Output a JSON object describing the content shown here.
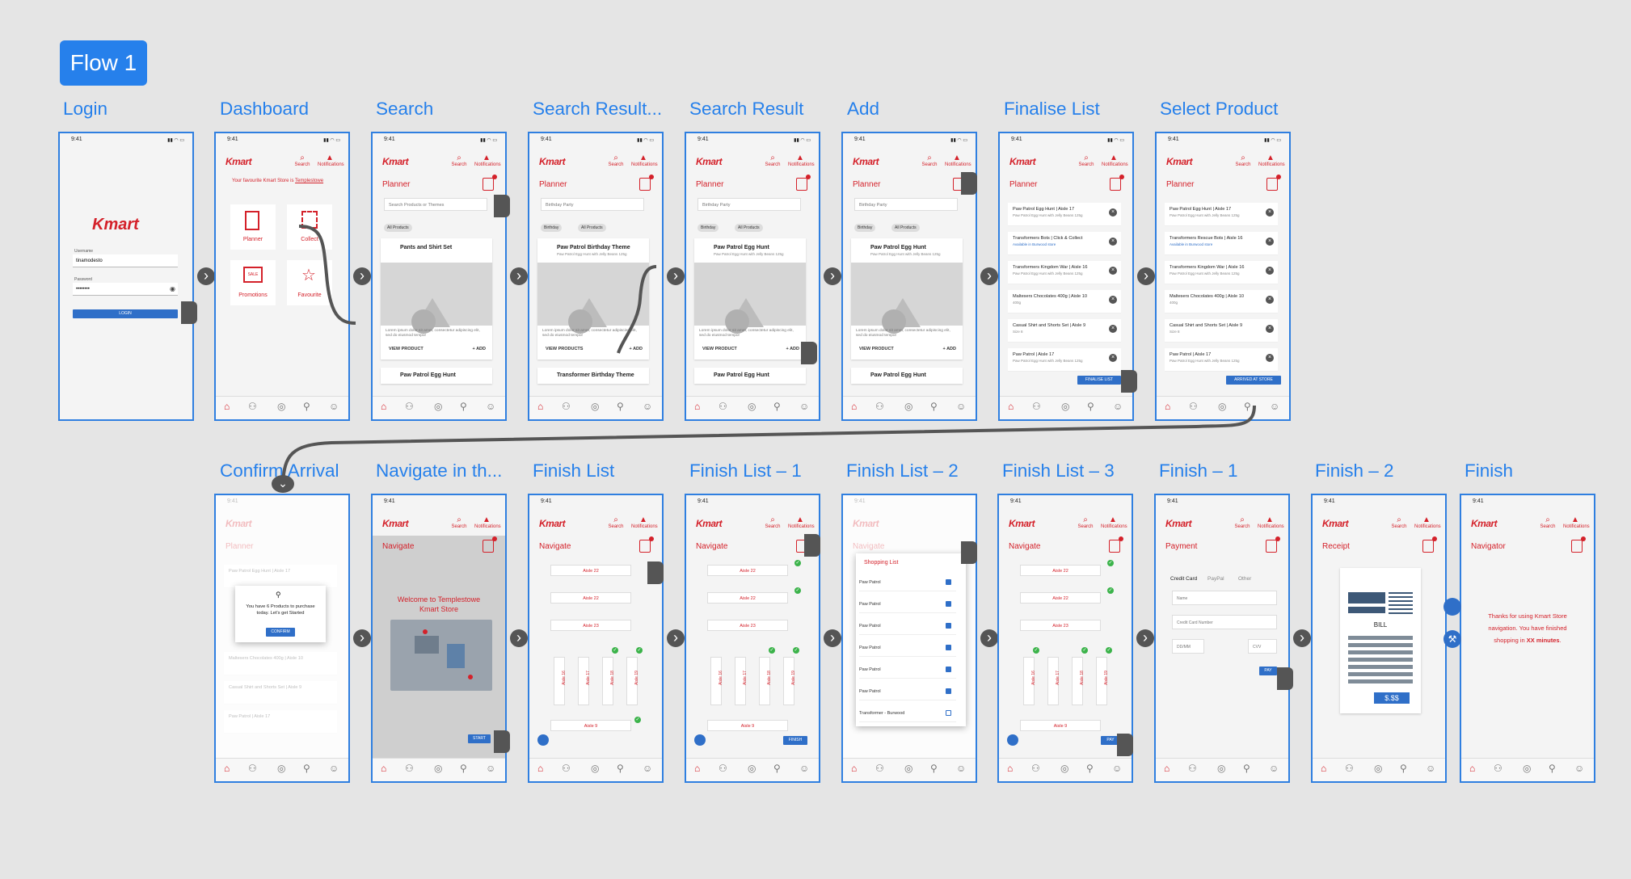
{
  "flow_label": "Flow 1",
  "status_time": "9:41",
  "logo_text": "Kmart",
  "header": {
    "search": "Search",
    "notifications": "Notifications"
  },
  "row1_titles": [
    "Login",
    "Dashboard",
    "Search",
    "Search Result...",
    "Search Result",
    "Add",
    "Finalise List",
    "Select Product"
  ],
  "row2_titles": [
    "Confirm Arrival",
    "Navigate in th...",
    "Finish List",
    "Finish List – 1",
    "Finish List – 2",
    "Finish List – 3",
    "Finish – 1",
    "Finish – 2",
    "Finish"
  ],
  "login": {
    "username_label": "Username",
    "username_value": "tinamodesto",
    "password_label": "Password",
    "password_value": "••••••••",
    "button": "LOGIN"
  },
  "dashboard": {
    "fav_store_prefix": "Your favourite Kmart Store is ",
    "fav_store": "Templestowe",
    "tiles": [
      "Planner",
      "Collect",
      "Promotions",
      "Favourite"
    ],
    "sale": "SALE"
  },
  "planner_title": "Planner",
  "search": {
    "placeholder": "Search Products or Themes",
    "chip_all": "All Products",
    "card1_title": "Pants and Shirt Set",
    "card2_title": "Paw Patrol Egg Hunt"
  },
  "search_result": {
    "query": "Birthday Party",
    "chip_query": "Birthday",
    "chip_all": "All Products",
    "card1_title": "Paw Patrol Birthday Theme",
    "card1_sub": "Paw Patrol Egg Hunt with Jelly Beans 125g",
    "card2_title": "Transformer Birthday Theme"
  },
  "result2": {
    "card1_title": "Paw Patrol Egg Hunt",
    "card1_sub": "Paw Patrol Egg Hunt with Jelly Beans 125g",
    "card2_title": "Paw Patrol Egg Hunt"
  },
  "lorem": "Lorem ipsum dolor sit amet, consectetur adipiscing elit, sed do eiusmod tempor",
  "view_products": "VIEW PRODUCTS",
  "view_product": "VIEW PRODUCT",
  "add": "ADD",
  "list_items": [
    {
      "title": "Paw Patrol Egg Hunt | Aisle 17",
      "sub": "Paw Patrol Egg Hunt with Jelly Beans 125g"
    },
    {
      "title": "Transformers Bots | Click & Collect",
      "sub": "Available in Burwood store"
    },
    {
      "title": "Transformers Kingdom War | Aisle 16",
      "sub": "Paw Patrol Egg Hunt with Jelly Beans 125g"
    },
    {
      "title": "Maltesers Chocolates 400g | Aisle 10",
      "sub": "400g"
    },
    {
      "title": "Casual Shirt and Shorts Set | Aisle 9",
      "sub": "Size 8"
    },
    {
      "title": "Paw Patrol | Aisle 17",
      "sub": "Paw Patrol Egg Hunt with Jelly Beans 125g"
    }
  ],
  "select_list_items": [
    {
      "title": "Paw Patrol Egg Hunt | Aisle 17",
      "sub": "Paw Patrol Egg Hunt with Jelly Beans 125g"
    },
    {
      "title": "Transformers Rescue Bots | Aisle 16",
      "sub": "Available in Burwood store"
    },
    {
      "title": "Transformers Kingdom War | Aisle 16",
      "sub": "Paw Patrol Egg Hunt with Jelly Beans 125g"
    },
    {
      "title": "Maltesers Chocolates 400g | Aisle 10",
      "sub": "400g"
    },
    {
      "title": "Casual Shirt and Shorts Set | Aisle 9",
      "sub": "Size 8"
    },
    {
      "title": "Paw Patrol | Aisle 17",
      "sub": "Paw Patrol Egg Hunt with Jelly Beans 125g"
    }
  ],
  "finalise_button": "FINALISE LIST",
  "arrived_button": "ARRIVED AT STORE",
  "confirm": {
    "text": "You have 6 Products to purchase today. Let's get Started",
    "button": "CONFIRM"
  },
  "navigate_title": "Navigate",
  "welcome": {
    "line1": "Welcome to Templestowe",
    "line2": "Kmart Store"
  },
  "start_button": "START",
  "aisles": {
    "a22": "Aisle 22",
    "a23": "Aisle 23",
    "a9": "Aisle 9",
    "v": [
      "Aisle 16",
      "Aisle 17",
      "Aisle 18",
      "Aisle 19"
    ]
  },
  "finish_button": "FINISH",
  "pay_button": "PAY",
  "shopping_list": {
    "title": "Shopping List",
    "items": [
      "Paw Patrol",
      "Paw Patrol",
      "Paw Patrol",
      "Paw Patrol",
      "Paw Patrol",
      "Paw Patrol",
      "Transformer - Burwood"
    ]
  },
  "payment": {
    "title": "Payment",
    "tabs": [
      "Credit Card",
      "PayPal",
      "Other"
    ],
    "name": "Name",
    "card": "Credit Card Number",
    "date": "DD/MM",
    "cvv": "CVV"
  },
  "receipt": {
    "title": "Receipt",
    "bill": "BILL",
    "amount": "$.$$"
  },
  "navigator": {
    "title": "Navigator",
    "line1": "Thanks for using Kmart Store",
    "line2": "navigation. You have finished",
    "line3a": "shopping in ",
    "line3b": "XX minutes",
    "line3c": "."
  }
}
